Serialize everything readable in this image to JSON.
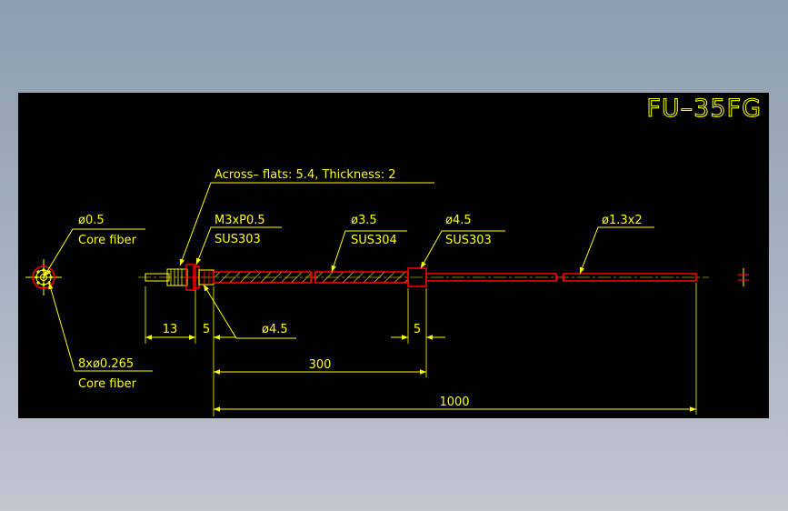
{
  "title": "FU–35FG",
  "colors": {
    "background": "#000000",
    "dimension": "#ffff00",
    "outline": "#ff0000",
    "hatch": "#ffff00"
  },
  "callouts": {
    "across_flats": "Across– flats: 5.4, Thickness: 2",
    "thread_size": "M3xP0.5",
    "thread_material": "SUS303",
    "sleeve1_dia": "ø3.5",
    "sleeve1_material": "SUS304",
    "sleeve2_dia": "ø4.5",
    "sleeve2_material": "SUS303",
    "cable_dia": "ø1.3x2",
    "core_top_dia": "ø0.5",
    "core_top_label": "Core fiber",
    "core_bottom_dia": "8xø0.265",
    "core_bottom_label": "Core fiber",
    "tip_dia": "ø4.5"
  },
  "dimensions": {
    "d13": "13",
    "d5_left": "5",
    "d5_right": "5",
    "d300": "300",
    "d1000": "1000"
  }
}
